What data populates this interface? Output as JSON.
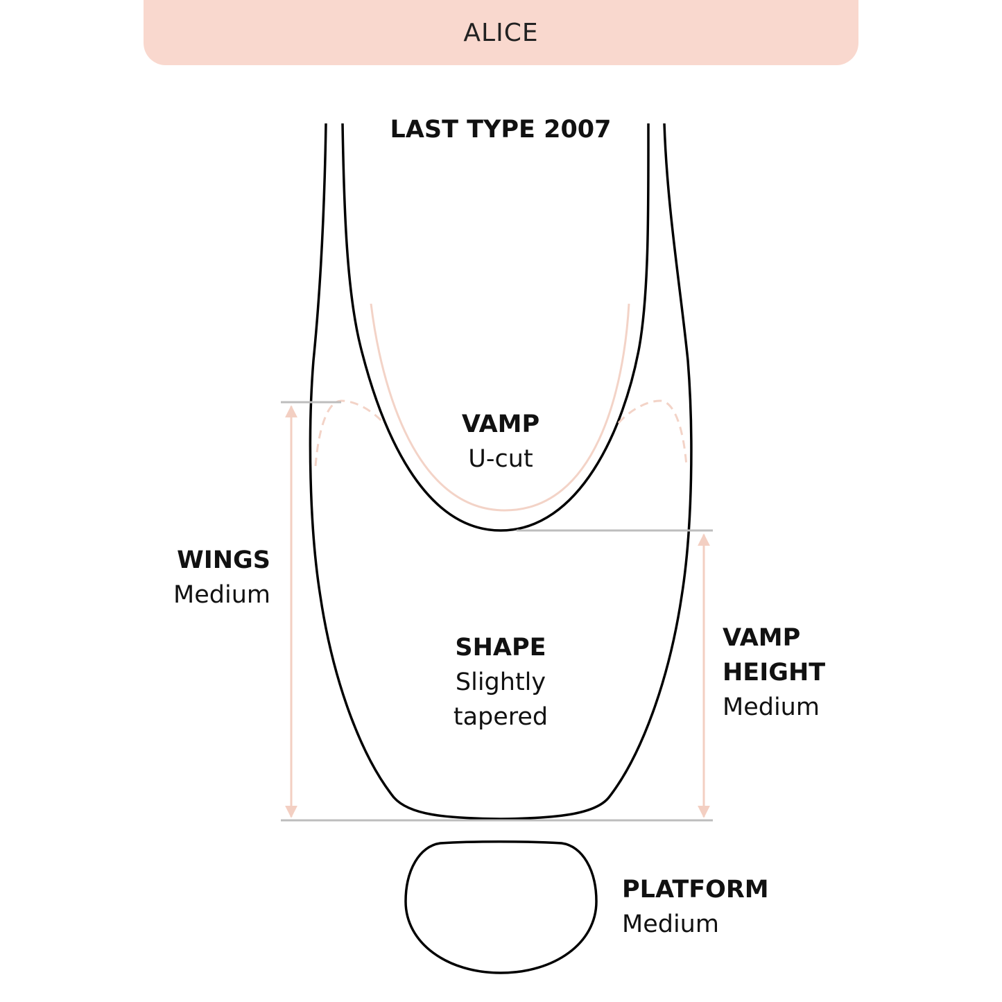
{
  "header": {
    "title": "ALICE"
  },
  "title": "LAST TYPE 2007",
  "labels": {
    "vamp": {
      "name": "VAMP",
      "value": "U-cut"
    },
    "wings": {
      "name": "WINGS",
      "value": "Medium"
    },
    "shape": {
      "name": "SHAPE",
      "value_line1": "Slightly",
      "value_line2": "tapered"
    },
    "vamp_height": {
      "name_line1": "VAMP",
      "name_line2": "HEIGHT",
      "value": "Medium"
    },
    "platform": {
      "name": "PLATFORM",
      "value": "Medium"
    }
  },
  "colors": {
    "accent": "#f9d8ce",
    "arrow": "#f3cfc2",
    "guide": "#bdbdbd",
    "outline": "#000000"
  }
}
